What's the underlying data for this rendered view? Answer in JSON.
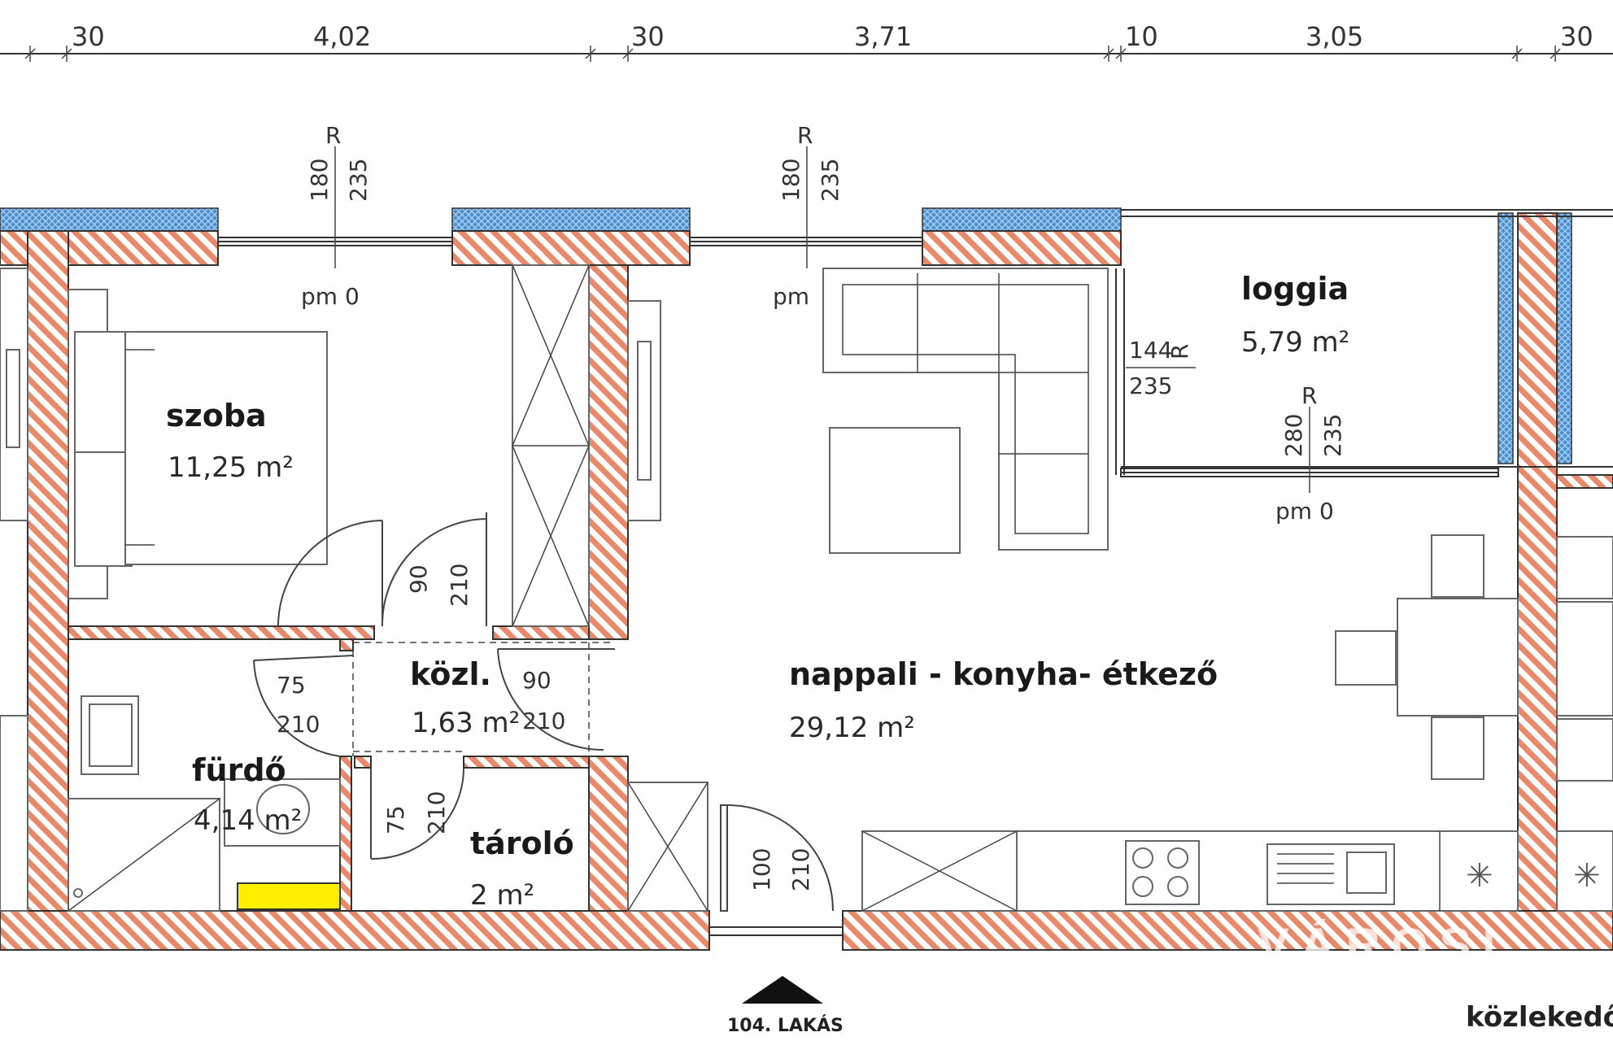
{
  "colors": {
    "wall_fill": "#ffffff",
    "wall_hatch": "#e8896a",
    "insulation": "#4a8fd0",
    "heater": "#ffee00"
  },
  "dimensions_top": [
    "30",
    "4,02",
    "30",
    "3,71",
    "10",
    "3,05",
    "30"
  ],
  "rooms": {
    "szoba": {
      "name": "szoba",
      "area": "11,25 m²"
    },
    "nappali": {
      "name": "nappali - konyha- étkező",
      "area": "29,12 m²"
    },
    "loggia": {
      "name": "loggia",
      "area": "5,79 m²"
    },
    "kozl": {
      "name": "közl.",
      "area": "1,63 m²"
    },
    "furdo": {
      "name": "fürdő",
      "area": "4,14 m²"
    },
    "tarolo": {
      "name": "tároló",
      "area": "2 m²"
    }
  },
  "windows": {
    "w1": {
      "r": "R",
      "a": "180",
      "b": "235",
      "pm": "pm 0"
    },
    "w2": {
      "r": "R",
      "a": "180",
      "b": "235",
      "pm": "pm"
    },
    "w3": {
      "r": "R",
      "a": "144",
      "b": "235"
    },
    "w4": {
      "r": "R",
      "a": "280",
      "b": "235",
      "pm": "pm 0"
    }
  },
  "doors": {
    "d1": {
      "w": "90",
      "h": "210"
    },
    "d2": {
      "w": "75",
      "h": "210"
    },
    "d3": {
      "w": "90",
      "h": "210"
    },
    "d4": {
      "w": "75",
      "h": "210"
    },
    "d5": {
      "w": "100",
      "h": "210"
    }
  },
  "entrance": "104. LAKÁS",
  "corridor": "közlekedő",
  "watermark": "VÁROSI"
}
